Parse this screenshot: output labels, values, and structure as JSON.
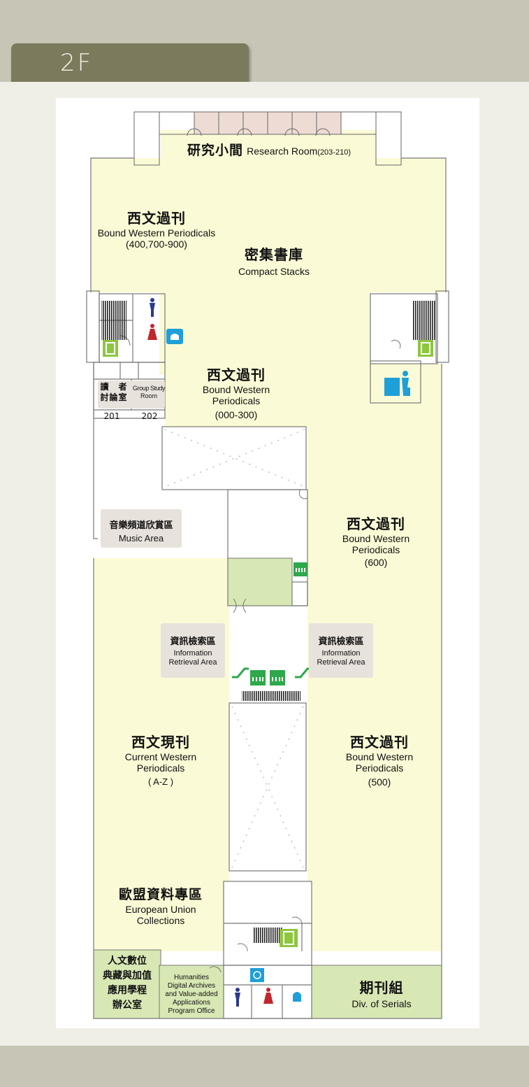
{
  "floor": "2F",
  "colors": {
    "outer_bg": "#c7c5b6",
    "tab": "#7c7a5d",
    "floor_fill": "#fafad6",
    "green_room": "#d8e8b4",
    "zone_box": "#e8e2dc",
    "stairs_green": "#8dc63f",
    "blue_icon": "#1e9fd8",
    "male_icon": "#2b3990",
    "female_icon": "#c1272d"
  },
  "areas": {
    "research_room": {
      "cn": "研究小間",
      "en": "Research Room",
      "num": "(203-210)"
    },
    "periodicals_north": {
      "cn": "西文過刊",
      "en": "Bound Western Periodicals",
      "range": "(400,700-900)"
    },
    "compact_stacks": {
      "cn": "密集書庫",
      "en": "Compact Stacks"
    },
    "periodicals_center": {
      "cn": "西文過刊",
      "en1": "Bound Western",
      "en2": "Periodicals",
      "range": "(000-300)"
    },
    "group_study_room": {
      "cn1": "讀　者",
      "cn2": "討論室",
      "en1": "Group Study",
      "en2": "Room",
      "num1": "201",
      "num2": "202"
    },
    "music_area": {
      "cn": "音樂頻道欣賞區",
      "en": "Music Area"
    },
    "periodicals_east": {
      "cn": "西文過刊",
      "en1": "Bound Western",
      "en2": "Periodicals",
      "range": "(600)"
    },
    "info_retrieval_west": {
      "cn": "資訊檢索區",
      "en1": "Information",
      "en2": "Retrieval Area"
    },
    "info_retrieval_east": {
      "cn": "資訊檢索區",
      "en1": "Information",
      "en2": "Retrieval Area"
    },
    "current_periodicals": {
      "cn": "西文現刊",
      "en1": "Current Western",
      "en2": "Periodicals",
      "range": "( A-Z )"
    },
    "periodicals_south": {
      "cn": "西文過刊",
      "en1": "Bound Western",
      "en2": "Periodicals",
      "range": "(500)"
    },
    "eu_collections": {
      "cn": "歐盟資料專區",
      "en1": "European Union",
      "en2": "Collections"
    },
    "humanities_office": {
      "cn1": "人文數位",
      "cn2": "典藏與加值",
      "cn3": "應用學程",
      "cn4": "辦公室",
      "en1": "Humanities",
      "en2": "Digital Archives",
      "en3": "and Value-added",
      "en4": "Applications",
      "en5": "Program Office"
    },
    "serials_division": {
      "cn": "期刊組",
      "en": "Div. of Serials"
    }
  },
  "icons": [
    "stairs-icon",
    "emergency-exit-icon",
    "male-restroom-icon",
    "female-restroom-icon",
    "water-fountain-icon",
    "photocopier-icon",
    "elevator-icon",
    "escalator-icon",
    "accessible-restroom-icon"
  ]
}
